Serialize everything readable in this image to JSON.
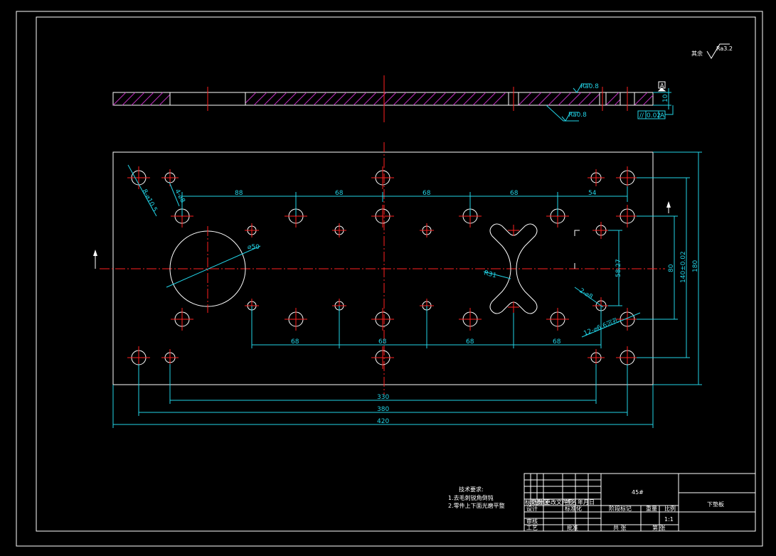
{
  "drawing": {
    "material": "45#",
    "part_name": "下垫板",
    "surface_note": "其余",
    "roughness_general": "Ra3.2",
    "roughness_top": "Ra0.8",
    "roughness_side": "Ra0.8",
    "thickness": "10",
    "datum": "A",
    "parallelism": "0.02",
    "tech_requirements": {
      "title": "技术要求:",
      "items": [
        "1.去毛刺锐角倒钝",
        "2.零件上下面光磨平整"
      ]
    },
    "dimensions": {
      "h1": "88",
      "h2": "68",
      "h3": "68",
      "h4": "68",
      "h5": "54",
      "b1": "68",
      "b2": "68",
      "b3": "68",
      "b4": "68",
      "o330": "330",
      "o380": "380",
      "o420": "420",
      "v5827": "58.27",
      "v80": "80",
      "v140": "140±0.02",
      "v180": "180",
      "d50": "⌀50",
      "r31": "R31",
      "callout_holes1": "8-⌀10.5",
      "callout_holes2": "4-⌀8",
      "callout_holes3": "2-⌀8",
      "callout_holes4": "12-⌀6.6沉孔"
    },
    "title_block": {
      "row_labels": [
        "标记",
        "处数",
        "分区",
        "更改文件号",
        "签名",
        "年月日"
      ],
      "design": "设计",
      "standard": "标准化",
      "review": "审核",
      "process": "工艺",
      "approve": "批准",
      "stage_mark": "阶段标记",
      "weight": "重量",
      "scale": "比例",
      "sheet": "共 张",
      "sheet_of": "第 张",
      "scale_value": "1:1"
    }
  }
}
